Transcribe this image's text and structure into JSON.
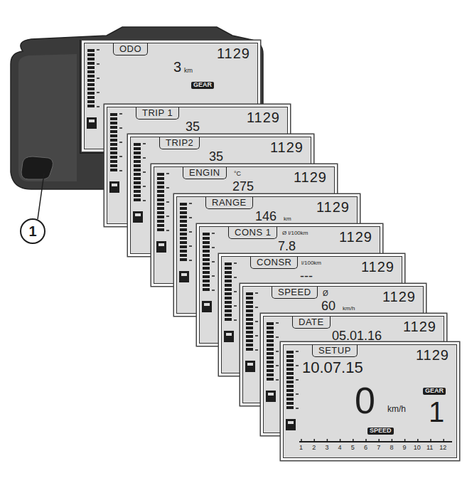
{
  "diagram": {
    "nodes": [
      {
        "text": [
          "ODO",
          "1129",
          "3",
          "km",
          "GEAR"
        ]
      },
      {
        "text": [
          "TRIP 1",
          "1129",
          "35"
        ]
      },
      {
        "text": [
          "TRIP2",
          "1129",
          "35"
        ]
      },
      {
        "text": [
          "ENGIN",
          "1129",
          "275",
          "°C"
        ]
      },
      {
        "text": [
          "RANGE",
          "1129",
          "146",
          "km"
        ]
      },
      {
        "text": [
          "CONS 1",
          "1129",
          "7.8",
          "Ø l/100km"
        ]
      },
      {
        "text": [
          "CONSR",
          "1129",
          "---",
          "l/100km"
        ]
      },
      {
        "text": [
          "SPEED",
          "1129",
          "60",
          "Ø",
          "km/h"
        ]
      },
      {
        "text": [
          "DATE",
          "1129",
          "05.01.16"
        ]
      },
      {
        "text": [
          "SETUP",
          "1129",
          "10.07.15",
          "0",
          "km/h",
          "GEAR",
          "1",
          "SPEED",
          "1",
          "2",
          "3",
          "4",
          "5",
          "6",
          "7",
          "8",
          "9",
          "10",
          "11",
          "12"
        ]
      },
      {
        "text": [
          "1"
        ]
      }
    ]
  }
}
